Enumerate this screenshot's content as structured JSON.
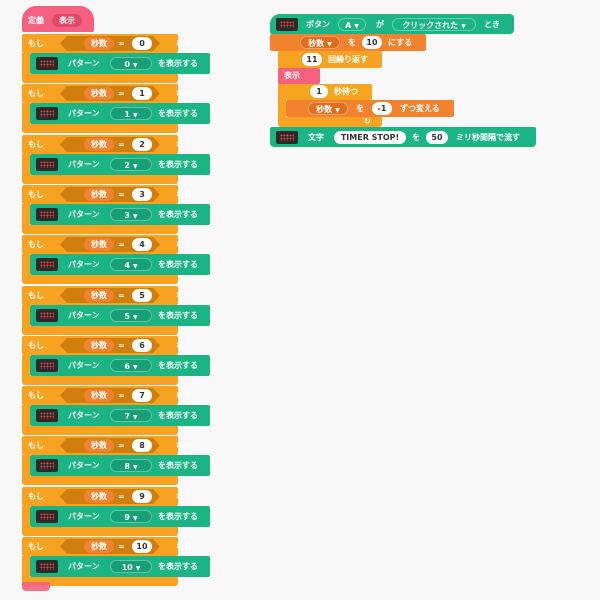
{
  "def": {
    "keyword": "定義",
    "name": "表示"
  },
  "if_rows": [
    {
      "label_if": "もし",
      "variable": "秒数",
      "op": "=",
      "value": "0",
      "label_then": "なら",
      "action_label": "パターン",
      "pattern": "0",
      "action_suffix": "を表示する"
    },
    {
      "label_if": "もし",
      "variable": "秒数",
      "op": "=",
      "value": "1",
      "label_then": "なら",
      "action_label": "パターン",
      "pattern": "1",
      "action_suffix": "を表示する"
    },
    {
      "label_if": "もし",
      "variable": "秒数",
      "op": "=",
      "value": "2",
      "label_then": "なら",
      "action_label": "パターン",
      "pattern": "2",
      "action_suffix": "を表示する"
    },
    {
      "label_if": "もし",
      "variable": "秒数",
      "op": "=",
      "value": "3",
      "label_then": "なら",
      "action_label": "パターン",
      "pattern": "3",
      "action_suffix": "を表示する"
    },
    {
      "label_if": "もし",
      "variable": "秒数",
      "op": "=",
      "value": "4",
      "label_then": "なら",
      "action_label": "パターン",
      "pattern": "4",
      "action_suffix": "を表示する"
    },
    {
      "label_if": "もし",
      "variable": "秒数",
      "op": "=",
      "value": "5",
      "label_then": "なら",
      "action_label": "パターン",
      "pattern": "5",
      "action_suffix": "を表示する"
    },
    {
      "label_if": "もし",
      "variable": "秒数",
      "op": "=",
      "value": "6",
      "label_then": "なら",
      "action_label": "パターン",
      "pattern": "6",
      "action_suffix": "を表示する"
    },
    {
      "label_if": "もし",
      "variable": "秒数",
      "op": "=",
      "value": "7",
      "label_then": "なら",
      "action_label": "パターン",
      "pattern": "7",
      "action_suffix": "を表示する"
    },
    {
      "label_if": "もし",
      "variable": "秒数",
      "op": "=",
      "value": "8",
      "label_then": "なら",
      "action_label": "パターン",
      "pattern": "8",
      "action_suffix": "を表示する"
    },
    {
      "label_if": "もし",
      "variable": "秒数",
      "op": "=",
      "value": "9",
      "label_then": "なら",
      "action_label": "パターン",
      "pattern": "9",
      "action_suffix": "を表示する"
    },
    {
      "label_if": "もし",
      "variable": "秒数",
      "op": "=",
      "value": "10",
      "label_then": "なら",
      "action_label": "パターン",
      "pattern": "10",
      "action_suffix": "を表示する"
    }
  ],
  "event": {
    "button_label": "ボタン",
    "button_value": "A",
    "ga": "が",
    "action_value": "クリックされた",
    "toki": "とき",
    "set_var": "秒数",
    "set_wo": "を",
    "set_value": "10",
    "set_suffix": "にする",
    "repeat_count": "11",
    "repeat_label": "回繰り返す",
    "call_name": "表示",
    "wait_value": "1",
    "wait_label": "秒待つ",
    "change_var": "秒数",
    "change_wo": "を",
    "change_value": "-1",
    "change_suffix": "ずつ変える",
    "repeat_arrow": "↻",
    "scroll_label": "文字",
    "scroll_text": "TIMER STOP!",
    "scroll_wo": "を",
    "scroll_speed": "50",
    "scroll_suffix": "ミリ秒間隔で流す"
  },
  "colors": {
    "event_pink": "#f4607e",
    "control_orange": "#f7a221",
    "microbit_green": "#1bb584",
    "variable_orange": "#f2822e"
  },
  "icons": {
    "microbit": "microbit-icon",
    "dropdown": "dropdown-arrow-icon"
  }
}
